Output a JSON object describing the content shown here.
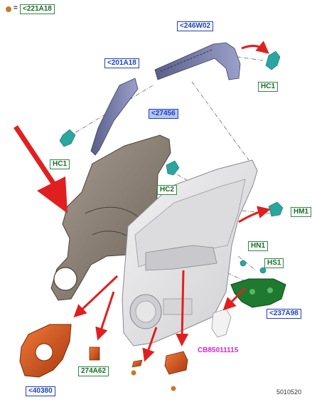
{
  "legend": {
    "marker_color": "#c8782a",
    "equals": "=",
    "part": "<221A18"
  },
  "labels": {
    "p246W02": "<246W02",
    "p201A18": "<201A18",
    "p27456": "<27456",
    "hc1_top": "HC1",
    "hc1_left": "HC1",
    "hc2": "HC2",
    "hm1": "HM1",
    "hn1": "HN1",
    "hs1": "HS1",
    "p237A98": "<237A98",
    "cb": "CB85011115",
    "p274A62": "274A62",
    "p40380": "<40380"
  },
  "figure_id": "5010520",
  "colors": {
    "label_blue": "#1f3fbf",
    "label_green": "#2d8a3e",
    "arrow_red": "#e02020",
    "clip_teal": "#2aa6a0",
    "orange_part": "#e0561a",
    "bracket_green": "#1e7a2e",
    "panel_gray": "#e4e4e6",
    "barrier_gray": "#8a7f74"
  }
}
